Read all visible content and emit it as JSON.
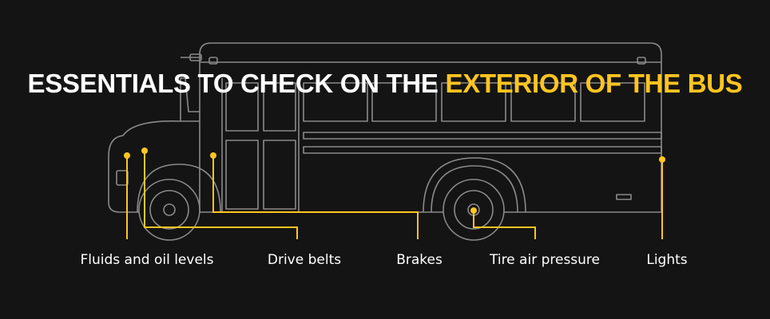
{
  "title": {
    "part1": "ESSENTIALS TO CHECK ON THE",
    "part2": "EXTERIOR OF THE BUS"
  },
  "labels": {
    "fluids": "Fluids and oil levels",
    "belts": "Drive belts",
    "brakes": "Brakes",
    "tire": "Tire air pressure",
    "lights": "Lights"
  },
  "colors": {
    "background": "#141414",
    "outline": "#8a8a8a",
    "accent": "#ffc520",
    "text": "#ffffff"
  }
}
